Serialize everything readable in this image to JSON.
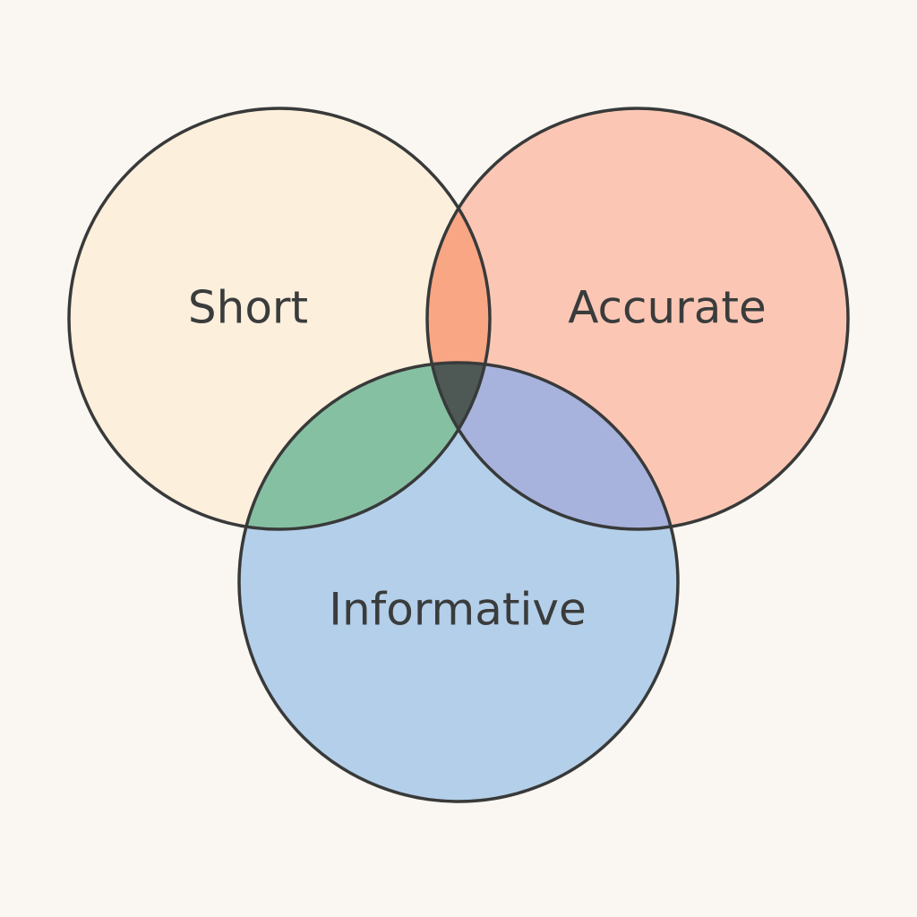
{
  "background": "#faf6f1",
  "outline_color": "#383a3a",
  "sets": {
    "short": {
      "label": "Short",
      "color": "#fcefdc"
    },
    "accurate": {
      "label": "Accurate",
      "color": "#fbc7b4"
    },
    "informative": {
      "label": "Informative",
      "color": "#b4cfe9"
    }
  },
  "overlaps": {
    "short_accurate": {
      "color": "#f9a684"
    },
    "short_informative": {
      "color": "#86c0a2"
    },
    "accurate_informative": {
      "color": "#a7b3dc"
    },
    "all_three": {
      "color": "#4e5956"
    }
  }
}
